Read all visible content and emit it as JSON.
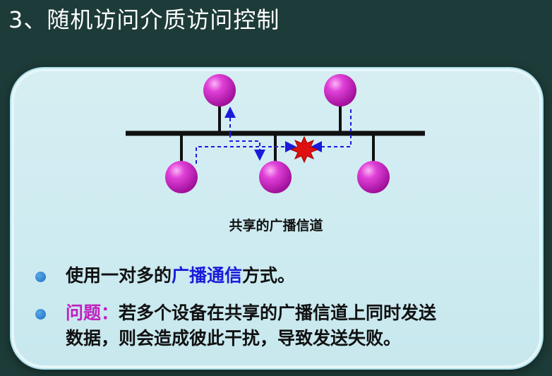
{
  "slide": {
    "title": "3、随机访问介质访问控制"
  },
  "diagram": {
    "caption": "共享的广播信道"
  },
  "bullets": [
    {
      "prefix": "使用一对多的",
      "highlight": "广播通信",
      "suffix": "方式。"
    },
    {
      "highlight": "问题：",
      "text_line1": "若多个设备在共享的广播信道上同时发送",
      "text_line2": "数据，则会造成彼此干扰，导致发送失败。"
    }
  ],
  "colors": {
    "background": "#1d3b38",
    "panel": "#cdebf1",
    "node": "#d020c8",
    "bus": "#111111",
    "signal_arrow": "#1a1adb",
    "collision": "#e01010",
    "highlight_blue": "#1a1adb",
    "highlight_magenta": "#c020c0"
  }
}
